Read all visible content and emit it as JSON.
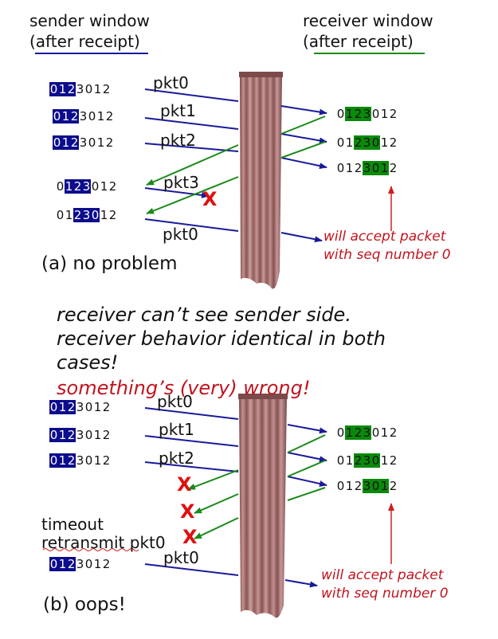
{
  "headers": {
    "sender_line1": "sender window",
    "sender_line2": "(after receipt)",
    "receiver_line1": "receiver window",
    "receiver_line2": "(after receipt)"
  },
  "colors": {
    "sender_window": "#0c0c8c",
    "receiver_window": "#0a8a0a",
    "sender_arrow": "#1a1a9a",
    "receiver_arrow": "#1a8a1a",
    "loss_mark": "#e01010",
    "note_text": "#c0141e",
    "curtain": "#a56a6a"
  },
  "labels": {
    "pkt0": "pkt0",
    "pkt1": "pkt1",
    "pkt2": "pkt2",
    "pkt3": "pkt3",
    "loss_mark": "X",
    "timeout_line1": "timeout",
    "timeout_line2": "retransmit pkt0"
  },
  "notes": {
    "accept_line1": "will accept packet",
    "accept_line2": "with seq number 0"
  },
  "captions": {
    "a": "(a) no problem",
    "b": "(b) oops!"
  },
  "commentary": {
    "line1": "receiver can’t see sender side.",
    "line2": "receiver behavior identical in both",
    "line3": "cases!",
    "line4": "something’s (very) wrong!"
  },
  "sequence": [
    "0",
    "1",
    "2",
    "3",
    "0",
    "1",
    "2"
  ],
  "windows": {
    "a_sender": [
      0,
      0,
      0,
      1,
      2
    ],
    "a_receiver": [
      1,
      2,
      3
    ],
    "b_sender": [
      0,
      0,
      0,
      0
    ],
    "b_receiver": [
      1,
      2,
      3
    ]
  }
}
